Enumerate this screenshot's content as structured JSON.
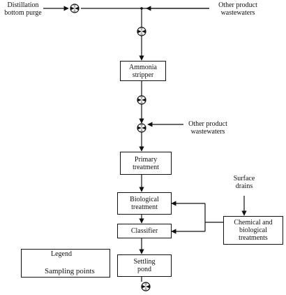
{
  "sources": {
    "distillation": [
      "Distillation",
      "bottom purge"
    ],
    "other_top": [
      "Other product",
      "wastewaters"
    ],
    "other_mid": [
      "Other product",
      "wastewaters"
    ],
    "surface": [
      "Surface",
      "drains"
    ]
  },
  "units": {
    "ammonia_stripper": [
      "Ammonia",
      "stripper"
    ],
    "primary_treatment": [
      "Primary",
      "treatment"
    ],
    "biological_treatment": [
      "Biological",
      "treatment"
    ],
    "clarifier": [
      "Classifier"
    ],
    "settling_pond": [
      "Settling",
      "pond"
    ],
    "chemical_biological": [
      "Chemical and",
      "biological",
      "treatments"
    ]
  },
  "legend": {
    "title": "Legend",
    "item": "Sampling points",
    "icon": "sampling-point-icon"
  },
  "colors": {
    "line": "#111111",
    "background": "#ffffff"
  }
}
